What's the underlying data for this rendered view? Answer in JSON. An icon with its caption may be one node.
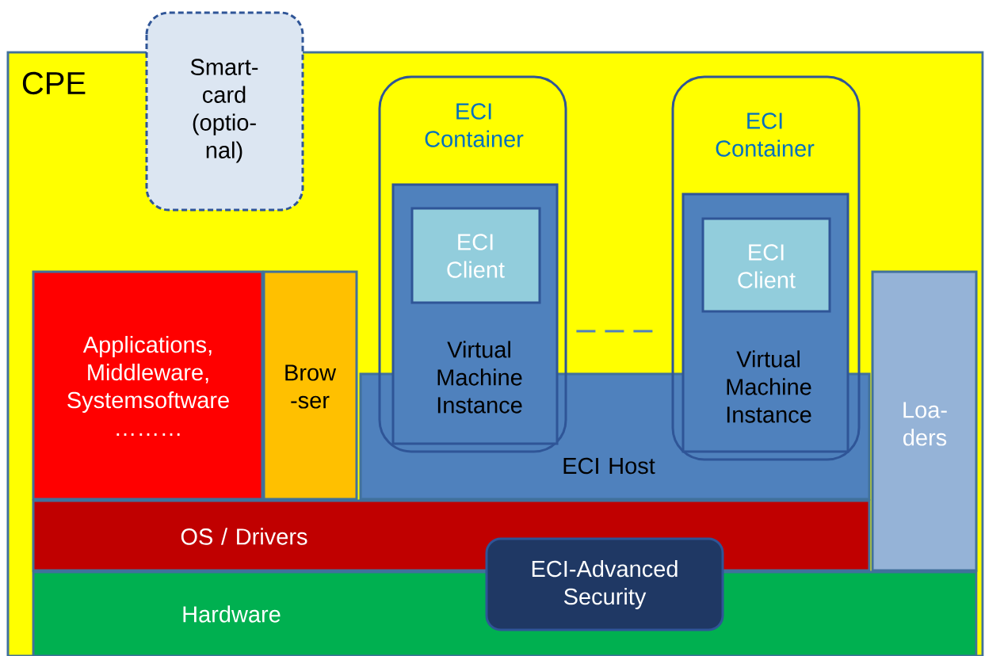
{
  "diagram": {
    "nodes": [
      {
        "text": [
          "CPE"
        ]
      },
      {
        "text": [
          "Smart-card (optio-nal)"
        ]
      },
      {
        "text": [
          "Applications, Middleware, Systemsoftware ………"
        ],
        "in": 0
      },
      {
        "text": [
          "Brow -ser"
        ],
        "in": 0
      },
      {
        "text": [
          "ECI Host"
        ],
        "in": 0
      },
      {
        "text": [
          "ECI Container"
        ],
        "in": 0
      },
      {
        "text": [
          "Virtual Machine Instance"
        ],
        "in": 5
      },
      {
        "text": [
          "ECI Client"
        ],
        "in": 6
      },
      {
        "text": [
          "ECI Container"
        ],
        "in": 0
      },
      {
        "text": [
          "Virtual Machine Instance"
        ],
        "in": 8
      },
      {
        "text": [
          "ECI Client"
        ],
        "in": 9
      },
      {
        "text": [
          "Loa-ders"
        ],
        "in": 0
      },
      {
        "text": [
          "OS / Drivers"
        ],
        "in": 0
      },
      {
        "text": [
          "Hardware"
        ],
        "in": 0
      },
      {
        "text": [
          "ECI-Advanced Security"
        ],
        "in": 0
      }
    ],
    "edges": [
      {
        "from": 6,
        "to": 9,
        "arrow": "none",
        "style": "dashed"
      }
    ]
  }
}
